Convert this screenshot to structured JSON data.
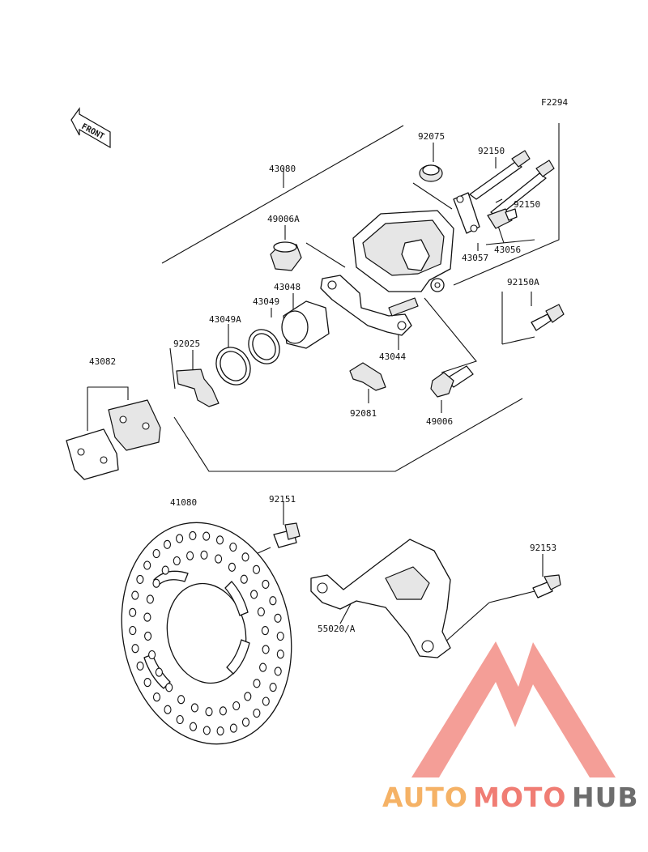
{
  "figure_code": "F2294",
  "front_label": "FRONT",
  "parts": {
    "p43080": "43080",
    "p92075": "92075",
    "p92150_top": "92150",
    "p92150_mid": "92150",
    "p49006A": "49006A",
    "p43057": "43057",
    "p43056": "43056",
    "p92150A": "92150A",
    "p43048": "43048",
    "p43049": "43049",
    "p43049A": "43049A",
    "p92025": "92025",
    "p43082": "43082",
    "p43044": "43044",
    "p92081": "92081",
    "p49006": "49006",
    "p41080": "41080",
    "p92151": "92151",
    "p92153": "92153",
    "p55020A": "55020/A"
  },
  "watermark": {
    "part1": "AUTO",
    "part2": "MOTO",
    "part3": "HUB",
    "color_orange": "#f5b266",
    "color_red": "#f07d74",
    "color_gray": "#6d6d6d"
  }
}
